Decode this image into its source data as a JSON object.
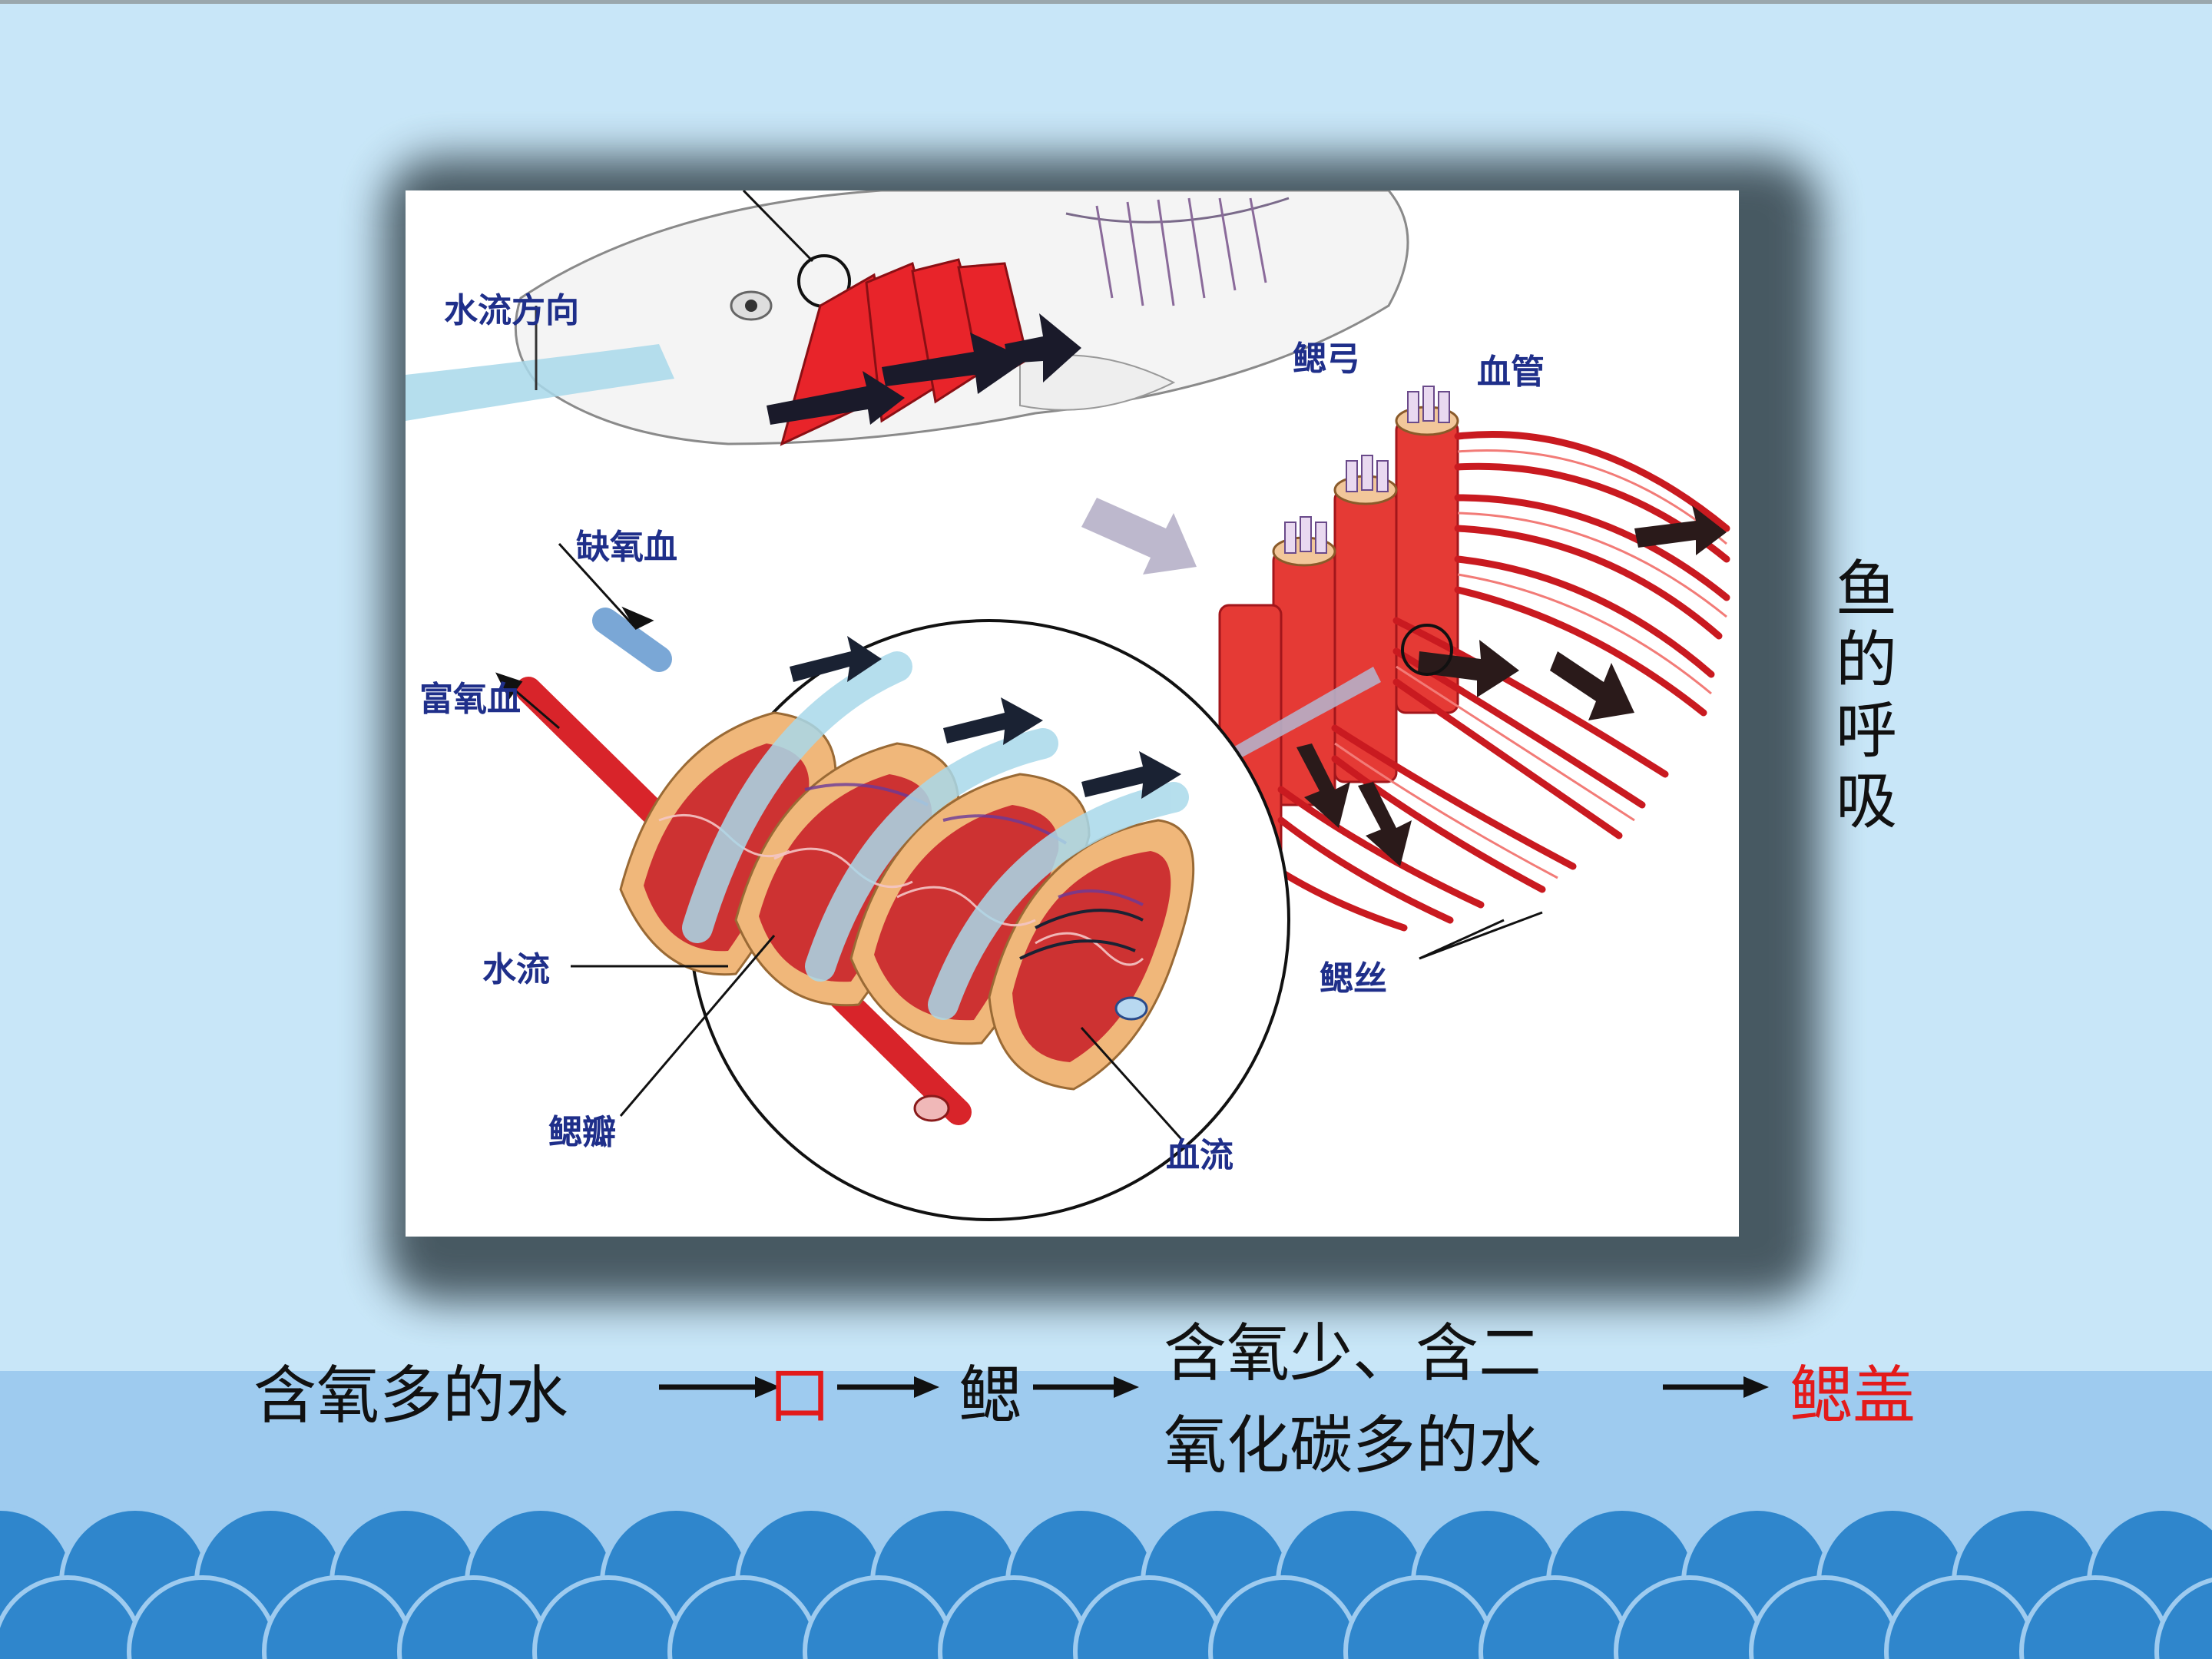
{
  "slide": {
    "title_vertical": [
      "鱼",
      "的",
      "呼",
      "吸"
    ]
  },
  "diagram": {
    "labels": {
      "water_direction": "水流方向",
      "gill_arch": "鳃弓",
      "blood_vessel": "血管",
      "deoxygenated_blood": "缺氧血",
      "oxygenated_blood": "富氧血",
      "water_flow": "水流",
      "gill_lamella": "鳃瓣",
      "blood_flow": "血流",
      "gill_filament": "鳃丝"
    }
  },
  "flow": {
    "step1": "含氧多的水",
    "step2": "口",
    "step3": "鳃",
    "step4_line1": "含氧少、含二",
    "step4_line2": "氧化碳多的水",
    "step5": "鳃盖"
  },
  "colors": {
    "background": "#c8e6f8",
    "band": "#9ecbef",
    "wave": "#2f86cc",
    "highlight_text": "#e31a1a",
    "label_text": "#1f2f8a",
    "gill_red": "#e8242a"
  }
}
